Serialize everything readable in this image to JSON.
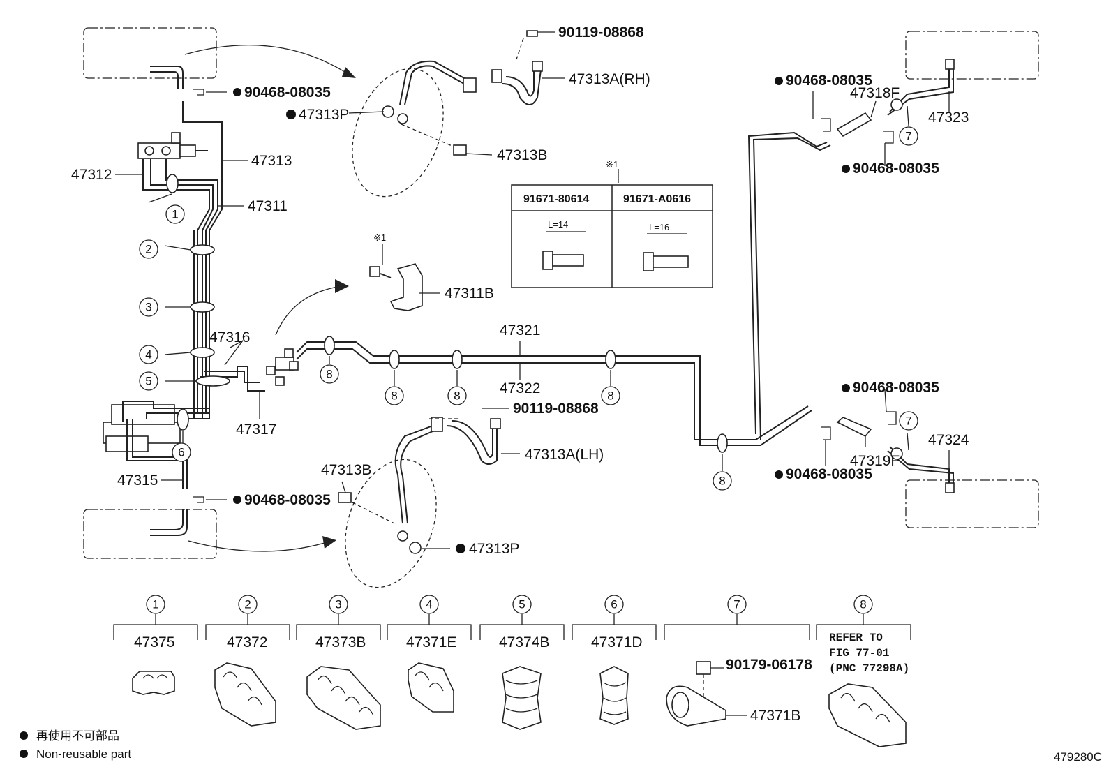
{
  "labels": {
    "p90119_top": "90119-08868",
    "p47313A_RH": "47313A(RH)",
    "p90468_a": "90468-08035",
    "p47313P_top": "47313P",
    "p47313": "47313",
    "p47313B_top": "47313B",
    "p47312": "47312",
    "p47311": "47311",
    "p47311B": "47311B",
    "p47316": "47316",
    "p47321": "47321",
    "p47322": "47322",
    "p47317": "47317",
    "p90119_mid": "90119-08868",
    "p47313A_LH": "47313A(LH)",
    "p47313B_bot": "47313B",
    "p47315": "47315",
    "p90468_b": "90468-08035",
    "p47313P_bot": "47313P",
    "p90468_r1": "90468-08035",
    "p47318F": "47318F",
    "p47323": "47323",
    "p90468_r2": "90468-08035",
    "p90468_r3": "90468-08035",
    "p47319F": "47319F",
    "p47324": "47324",
    "p90468_r4": "90468-08035",
    "ref_mark": "※1",
    "ref_mark_small": "※1"
  },
  "bolt_table": {
    "col1_part": "91671-80614",
    "col2_part": "91671-A0616",
    "col1_len": "L=14",
    "col2_len": "L=16"
  },
  "callouts": [
    "1",
    "2",
    "3",
    "4",
    "5",
    "6",
    "7",
    "8"
  ],
  "clamp_legend": [
    {
      "num": "1",
      "part": "47375"
    },
    {
      "num": "2",
      "part": "47372"
    },
    {
      "num": "3",
      "part": "47373B"
    },
    {
      "num": "4",
      "part": "47371E"
    },
    {
      "num": "5",
      "part": "47374B"
    },
    {
      "num": "6",
      "part": "47371D"
    },
    {
      "num": "7",
      "part_bolt": "90179-06178",
      "part_clamp": "47371B"
    },
    {
      "num": "8",
      "ref_line1": "REFER TO",
      "ref_line2": "FIG 77-01",
      "ref_line3": "(PNC 77298A)"
    }
  ],
  "legend": {
    "jp": "再使用不可部品",
    "en": "Non-reusable part"
  },
  "figure_id": "479280C"
}
